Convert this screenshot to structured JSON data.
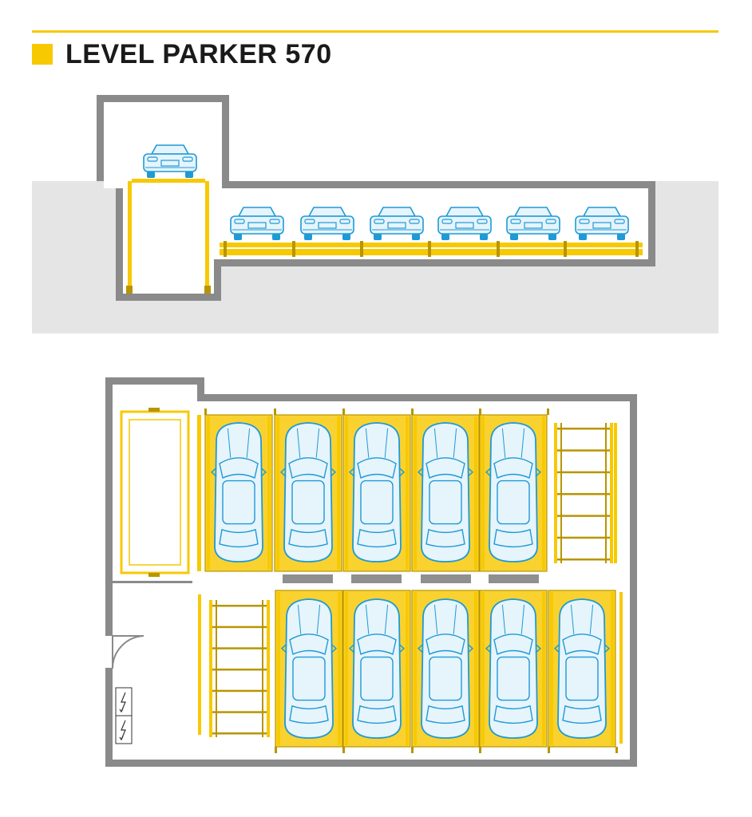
{
  "title": "LEVEL PARKER 570",
  "colors": {
    "accent": "#f7c900",
    "accent_fill": "#f9d230",
    "accent_dark": "#b89500",
    "car_line": "#1e9ad6",
    "car_fill": "#e6f4fc",
    "wall": "#8a8a8a",
    "ground": "#e5e5e5",
    "text": "#1a1a1a"
  },
  "elevation": {
    "car_count": 6,
    "shaft_car": "front-view-car"
  },
  "plan": {
    "top_row_cars": 5,
    "bottom_row_cars": 5,
    "top_row_empty_slot": "rolling-grid",
    "bottom_row_empty_slot": "rolling-grid",
    "lift_platform": "elevator-platform",
    "entry": "door",
    "electrical_symbols": [
      "electrical-panel-icon",
      "electrical-panel-icon"
    ]
  }
}
